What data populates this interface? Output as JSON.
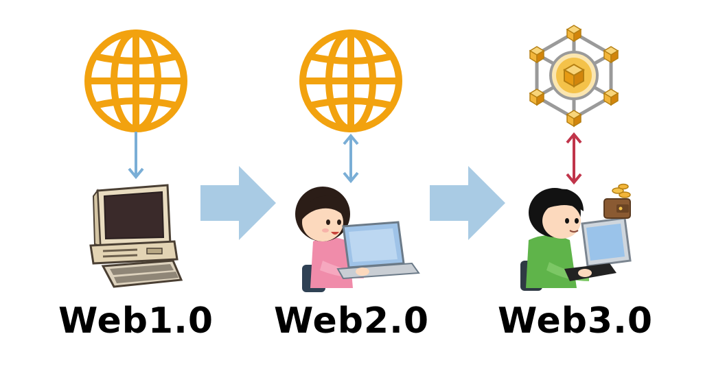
{
  "stages": [
    {
      "label": "Web1.0"
    },
    {
      "label": "Web2.0"
    },
    {
      "label": "Web3.0"
    }
  ],
  "colors": {
    "globe": "#f2a20f",
    "arrow_one_way": "#7aaed6",
    "arrow_two_way_web2": "#7aaed6",
    "arrow_two_way_web3": "#c0344a",
    "big_arrow": "#a9cbe4",
    "node_cube": "#f2b53a",
    "network_line": "#9a9a9a",
    "center_disc": "#f4c24a"
  },
  "icons": {
    "web1_top": "globe-icon",
    "web1_bottom": "retro-computer-icon",
    "web2_top": "globe-icon",
    "web2_bottom": "girl-with-laptop-icon",
    "web3_top": "blockchain-network-icon",
    "web3_bottom": "boy-with-tablet-and-wallet-icon",
    "transition": "right-arrow-icon"
  }
}
